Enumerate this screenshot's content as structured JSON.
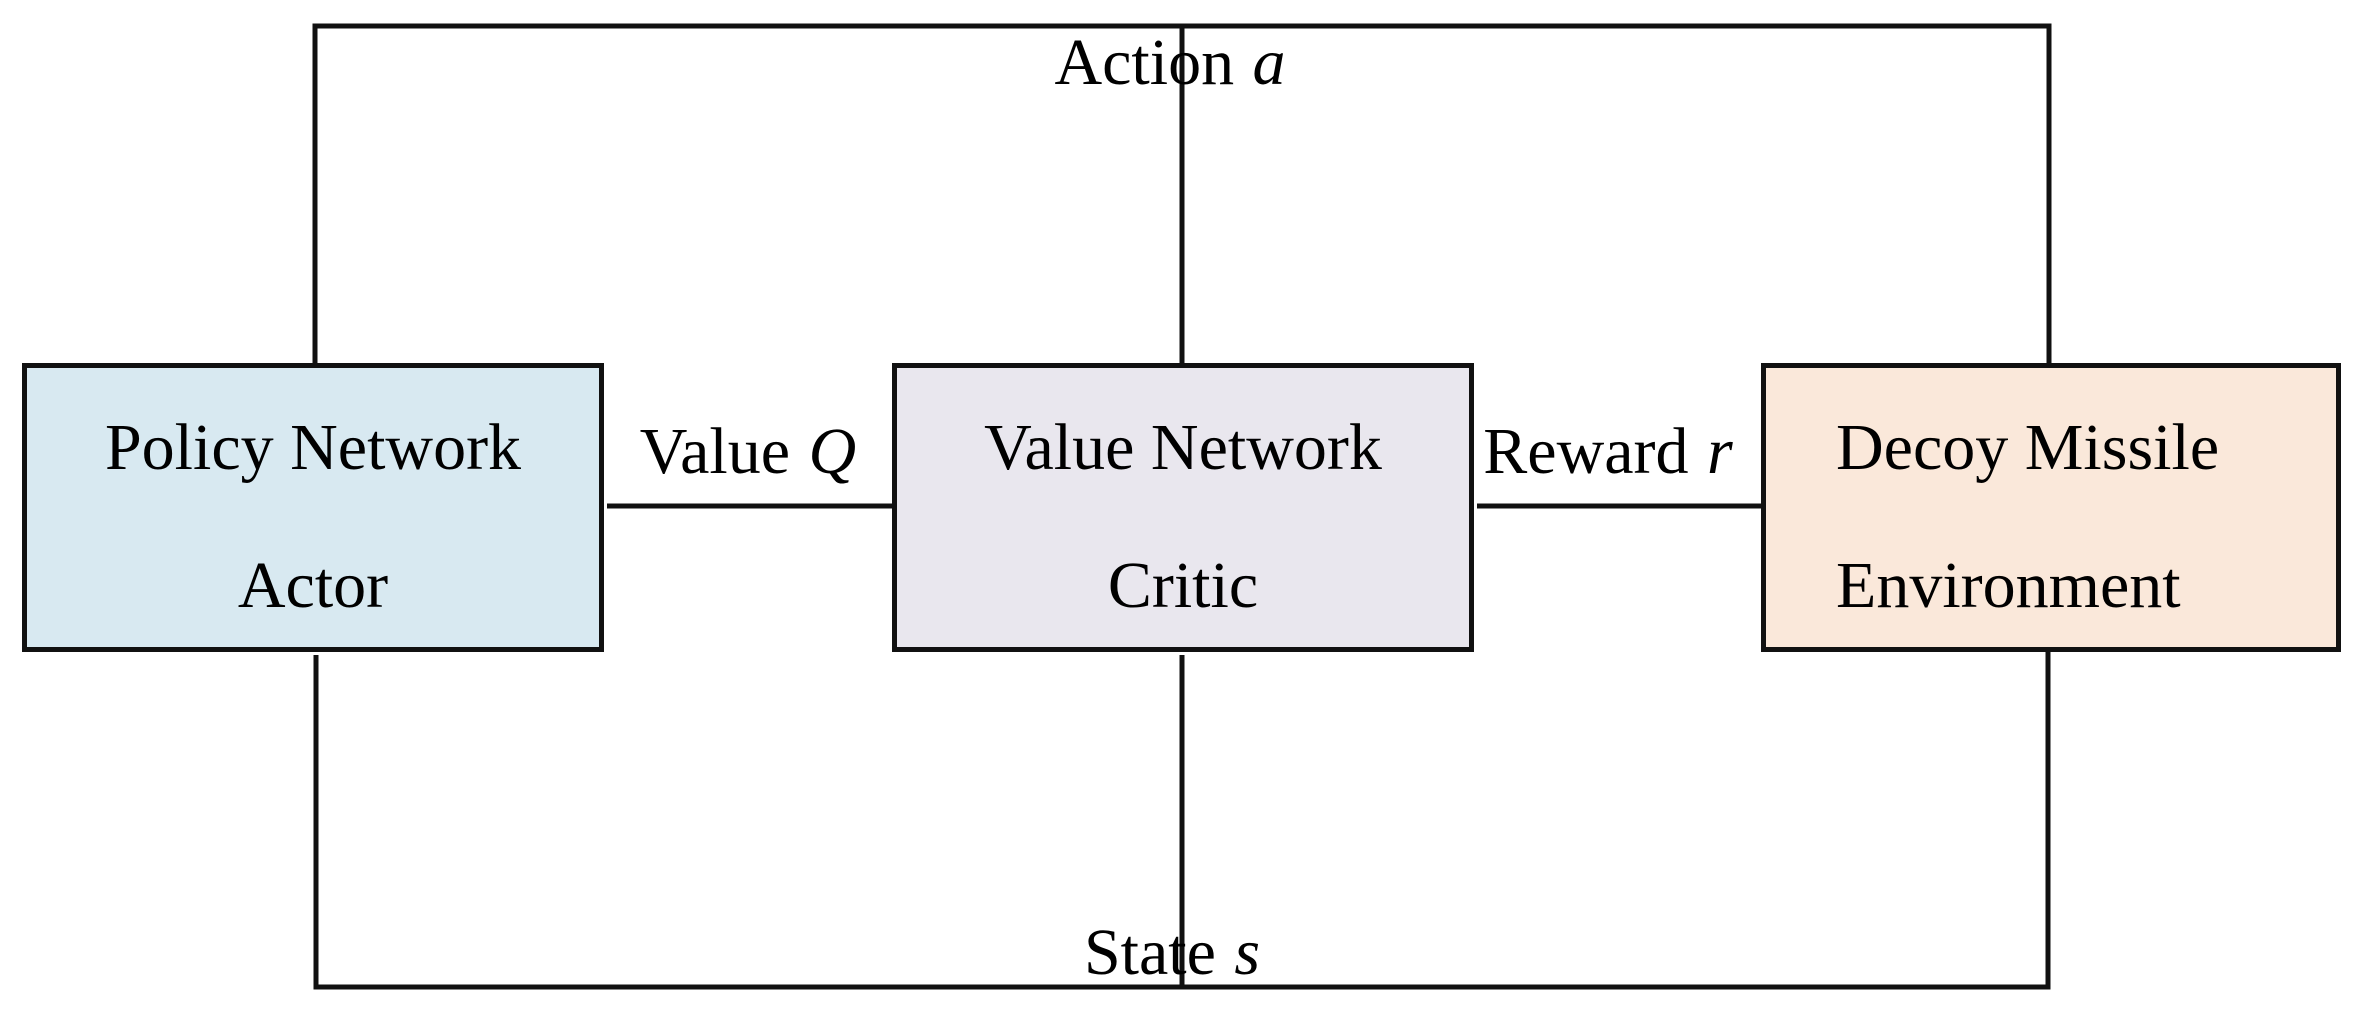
{
  "colors": {
    "line": "#111111",
    "border": "#111111",
    "policy_fill": "#d8e9f1",
    "value_fill": "#e9e7ee",
    "environment_fill": "#fae8da",
    "background": "#ffffff"
  },
  "boxes": {
    "policy": {
      "line1": "Policy Network",
      "line2": "Actor"
    },
    "value": {
      "line1": "Value Network",
      "line2": "Critic"
    },
    "environment": {
      "line1": "Decoy Missile",
      "line2": "Environment"
    }
  },
  "edges": {
    "action": {
      "text": "Action",
      "var": "a"
    },
    "value_q": {
      "text": "Value",
      "var": "Q"
    },
    "reward": {
      "text": "Reward",
      "var": "r"
    },
    "state": {
      "text": "State",
      "var": "s"
    }
  }
}
